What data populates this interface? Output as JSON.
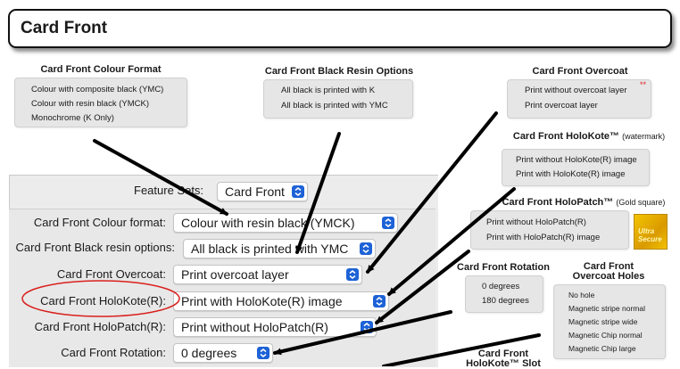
{
  "header": {
    "title": "Card Front"
  },
  "callouts": {
    "colour_format": {
      "title": "Card Front Colour Format",
      "options": [
        "Colour with composite black (YMC)",
        "Colour with resin black (YMCK)",
        "Monochrome (K Only)"
      ]
    },
    "black_resin": {
      "title": "Card Front Black Resin Options",
      "options": [
        "All black is printed with K",
        "All black is printed with YMC"
      ]
    },
    "overcoat": {
      "title": "Card Front Overcoat",
      "mark": "**",
      "options": [
        "Print without overcoat layer",
        "Print overcoat layer"
      ]
    },
    "holokote": {
      "title": "Card Front HoloKote™",
      "subtitle": "(watermark)",
      "options": [
        "Print without HoloKote(R) image",
        "Print with HoloKote(R) image"
      ]
    },
    "holopatch": {
      "title": "Card Front HoloPatch™",
      "subtitle": "(Gold square)",
      "options": [
        "Print without HoloPatch(R)",
        "Print with HoloPatch(R) image"
      ]
    },
    "rotation": {
      "title": "Card Front Rotation",
      "options": [
        "0 degrees",
        "180 degrees"
      ]
    },
    "overcoat_holes": {
      "title_line1": "Card Front",
      "title_line2": "Overcoat Holes",
      "options": [
        "No hole",
        "Magnetic stripe normal",
        "Magnetic stripe wide",
        "Magnetic Chip normal",
        "Magnetic Chip large"
      ]
    },
    "holokote_slot": {
      "title_line1": "Card Front",
      "title_line2": "HoloKote™ Slot"
    }
  },
  "holopatch_image": {
    "text": "Ultra Secure"
  },
  "panel": {
    "feature_sets_label": "Feature Sets:",
    "feature_sets_value": "Card Front",
    "rows": [
      {
        "label": "Card Front Colour format:",
        "value": "Colour with resin black (YMCK)"
      },
      {
        "label": "Card Front Black resin options:",
        "value": "All black is printed with YMC"
      },
      {
        "label": "Card Front Overcoat:",
        "value": "Print overcoat layer"
      },
      {
        "label": "Card Front HoloKote(R):",
        "value": "Print with HoloKote(R) image"
      },
      {
        "label": "Card Front HoloPatch(R):",
        "value": "Print without HoloPatch(R)"
      },
      {
        "label": "Card Front Rotation:",
        "value": "0 degrees"
      }
    ]
  },
  "colors": {
    "stepper": "#1d62d6",
    "arrow": "#000000",
    "highlight_ring": "#d9201c",
    "asterisk": "#e02020"
  }
}
